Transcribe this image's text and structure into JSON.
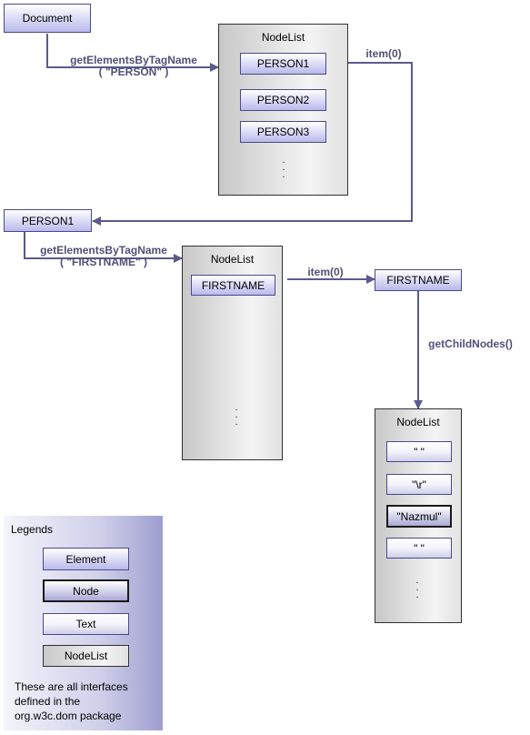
{
  "doc": {
    "label": "Document"
  },
  "nodelist_title": "NodeList",
  "list1": {
    "items": [
      "PERSON1",
      "PERSON2",
      "PERSON3"
    ]
  },
  "list2": {
    "items": [
      "FIRSTNAME"
    ]
  },
  "list3": {
    "items": [
      "\" \"",
      "\"\\r\"",
      "\"Nazmul\"",
      "\" \""
    ]
  },
  "person1": {
    "label": "PERSON1"
  },
  "firstname": {
    "label": "FIRSTNAME"
  },
  "edges": {
    "e1": {
      "line1": "getElementsByTagName",
      "line2": "( \"PERSON\" )"
    },
    "e2": {
      "label": "item(0)"
    },
    "e3": {
      "line1": "getElementsByTagName",
      "line2": "( \"FIRSTNAME\" )"
    },
    "e4": {
      "label": "item(0)"
    },
    "e5": {
      "label": "getChildNodes()"
    }
  },
  "legend": {
    "title": "Legends",
    "element": "Element",
    "node": "Node",
    "text": "Text",
    "nodelist": "NodeList",
    "note": "These are all interfaces\ndefined in the\norg.w3c.dom package"
  },
  "colors": {
    "connector": "#5a5a8c",
    "element_fill": "#d8d8f6",
    "legend_fill": "#9e9ed0"
  }
}
